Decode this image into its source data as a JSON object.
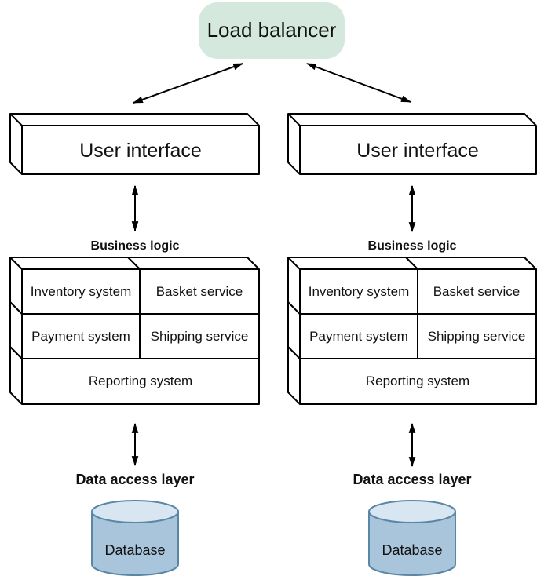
{
  "load_balancer": {
    "label": "Load balancer"
  },
  "columns": [
    {
      "user_interface": {
        "label": "User interface"
      },
      "business_logic": {
        "label": "Business logic",
        "cells": {
          "inventory": "Inventory system",
          "basket": "Basket service",
          "payment": "Payment system",
          "shipping": "Shipping service",
          "reporting": "Reporting system"
        }
      },
      "data_access": {
        "label": "Data access layer",
        "database_label": "Database"
      }
    },
    {
      "user_interface": {
        "label": "User interface"
      },
      "business_logic": {
        "label": "Business logic",
        "cells": {
          "inventory": "Inventory system",
          "basket": "Basket service",
          "payment": "Payment system",
          "shipping": "Shipping service",
          "reporting": "Reporting system"
        }
      },
      "data_access": {
        "label": "Data access layer",
        "database_label": "Database"
      }
    }
  ],
  "colors": {
    "load_balancer_fill": "#d5e8dd",
    "box_stroke": "#000000",
    "cylinder_body": "#a8c5db",
    "cylinder_top": "#d8e6f1",
    "cylinder_stroke": "#5b87a6",
    "text": "#111111"
  }
}
